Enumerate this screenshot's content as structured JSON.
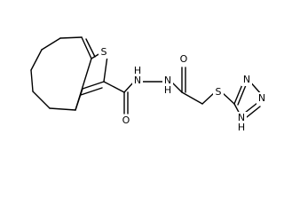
{
  "molecule": {
    "atom_labels": {
      "thiophene_sulfur": "S",
      "amide_oxygen_1": "O",
      "hydrazide_nh_1": "N",
      "hydrazide_h_1": "H",
      "hydrazide_nh_2": "N",
      "hydrazide_h_2": "H",
      "amide_oxygen_2": "O",
      "thioether_sulfur": "S",
      "triazole_n1": "N",
      "triazole_n2": "N",
      "triazole_nh": "N",
      "triazole_h": "H"
    }
  }
}
